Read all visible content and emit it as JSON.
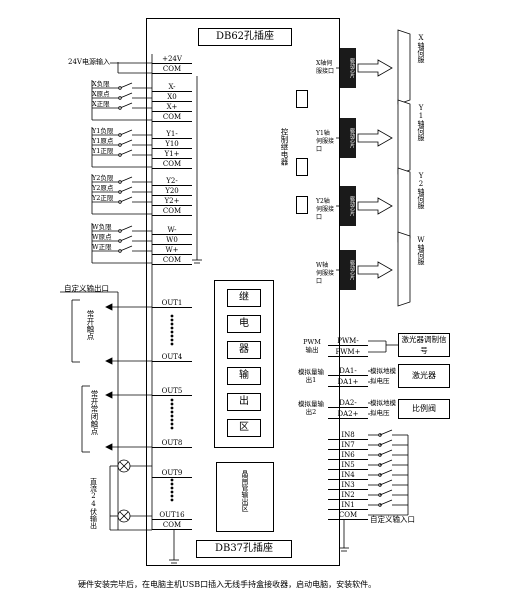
{
  "titles": {
    "top": "DB62孔插座",
    "bottom": "DB37孔插座"
  },
  "power": {
    "label": "24V电源输入",
    "pins": [
      "+24V",
      "COM"
    ]
  },
  "axis_inputs": [
    {
      "labels": [
        "X负限",
        "X原点",
        "X正限"
      ],
      "pins": [
        "X-",
        "X0",
        "X+",
        "COM"
      ]
    },
    {
      "labels": [
        "Y1负限",
        "Y1原点",
        "Y1正限"
      ],
      "pins": [
        "Y1-",
        "Y10",
        "Y1+",
        "COM"
      ]
    },
    {
      "labels": [
        "Y2负限",
        "Y2原点",
        "Y2正限"
      ],
      "pins": [
        "Y2-",
        "Y20",
        "Y2+",
        "COM"
      ]
    },
    {
      "labels": [
        "W负限",
        "W原点",
        "W正限"
      ],
      "pins": [
        "W-",
        "W0",
        "W+",
        "COM"
      ]
    }
  ],
  "outputs": {
    "custom_label": "自定义输出口",
    "out1": "OUT1",
    "out4": "OUT4",
    "out5": "OUT5",
    "out8": "OUT8",
    "out9": "OUT9",
    "out16": "OUT16",
    "com": "COM",
    "no_contact": "常开触点",
    "nonc_contact": "常开常闭触点",
    "dc24": "直流24伏输出"
  },
  "relay_block": [
    "继",
    "电",
    "器",
    "输",
    "出",
    "区"
  ],
  "transistor_block": "晶闸管输出区",
  "servo_ifaces": [
    {
      "label": "X轴伺服接口",
      "chip": "驱动芯片",
      "servo": "X轴伺服"
    },
    {
      "label": "Y1轴伺服接口",
      "chip": "驱动芯片",
      "servo": "Y1轴伺服"
    },
    {
      "label": "Y2轴伺服接口",
      "chip": "驱动芯片",
      "servo": "Y2轴伺服"
    },
    {
      "label": "W轴伺服接口",
      "chip": "驱动芯片",
      "servo": "W轴伺服"
    }
  ],
  "control_relay": "控制继电器",
  "pwm": {
    "label": "PWM输出",
    "pins": [
      "PWM-",
      "PWM+"
    ],
    "target": "激光器调制信号"
  },
  "analog1": {
    "label": "模拟量输出1",
    "pins": [
      "DA1-",
      "DA1+"
    ],
    "mid": "模拟地模拟电压",
    "target": "激光器"
  },
  "analog2": {
    "label": "模拟量输出2",
    "pins": [
      "DA2-",
      "DA2+"
    ],
    "mid": "模拟地模拟电压",
    "target": "比例阀"
  },
  "inputs": {
    "pins": [
      "IN8",
      "IN7",
      "IN6",
      "IN5",
      "IN4",
      "IN3",
      "IN2",
      "IN1",
      "COM"
    ],
    "label": "自定义输入口"
  },
  "caption": "硬件安装完毕后，在电脑主机USB口插入无线手持盒接收器，启动电脑，安装软件。"
}
